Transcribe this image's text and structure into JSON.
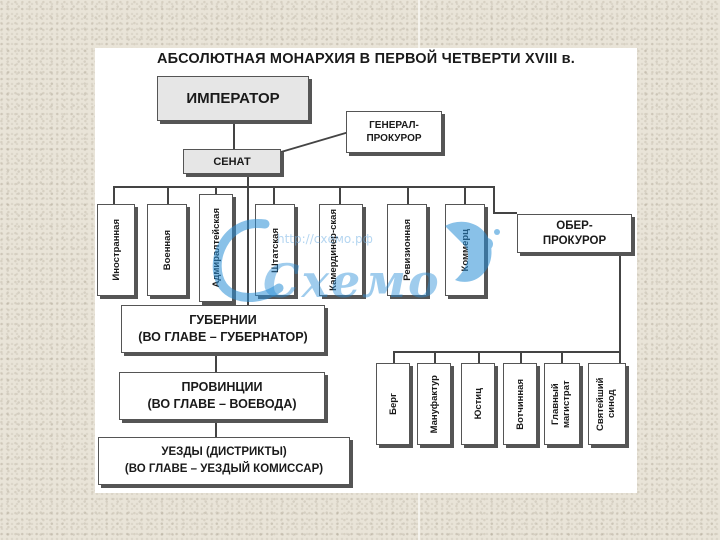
{
  "title": "АБСОЛЮТНАЯ МОНАРХИЯ В ПЕРВОЙ ЧЕТВЕРТИ XVIII в.",
  "nodes": {
    "emperor": "ИМПЕРАТОР",
    "senate": "СЕНАТ",
    "procurator_general": [
      "ГЕНЕРАЛ-",
      "ПРОКУРОР"
    ],
    "ober_procurator": [
      "ОБЕР-",
      "ПРОКУРОР"
    ],
    "gubernii": [
      "ГУБЕРНИИ",
      "(ВО ГЛАВЕ – ГУБЕРНАТОР)"
    ],
    "provintsii": [
      "ПРОВИНЦИИ",
      "(ВО ГЛАВЕ – ВОЕВОДА)"
    ],
    "uezdy": [
      "УЕЗДЫ (ДИСТРИКТЫ)",
      "(ВО ГЛАВЕ – УЕЗДЫЙ КОМИССАР)"
    ]
  },
  "collegia_left": [
    "Иностранная",
    "Военная",
    "Адмиралтейская",
    "Штатская",
    "Камердинер-ская",
    "Ревизионная",
    "Коммерц"
  ],
  "collegia_right": [
    "Берг",
    "Мануфактур",
    "Юстиц",
    "Вотчинная",
    "Главный магистрат",
    "Святейший синод"
  ],
  "watermark": {
    "url": "http://схемо.рф",
    "logo_text": "Схемо",
    "color": "#2a8fd6"
  }
}
